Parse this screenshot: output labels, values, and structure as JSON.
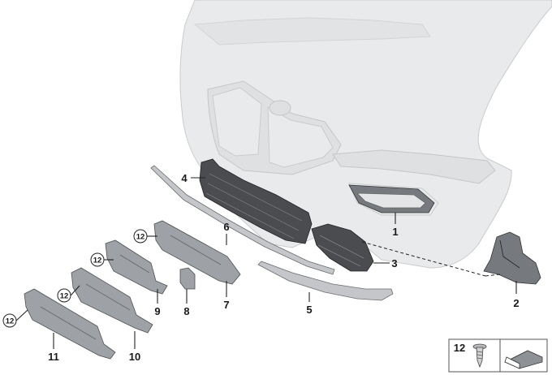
{
  "callouts": [
    {
      "id": "1",
      "label": "1"
    },
    {
      "id": "2",
      "label": "2"
    },
    {
      "id": "3",
      "label": "3"
    },
    {
      "id": "4",
      "label": "4"
    },
    {
      "id": "5",
      "label": "5"
    },
    {
      "id": "6",
      "label": "6"
    },
    {
      "id": "7",
      "label": "7"
    },
    {
      "id": "8",
      "label": "8"
    },
    {
      "id": "9",
      "label": "9"
    },
    {
      "id": "10",
      "label": "10"
    },
    {
      "id": "11",
      "label": "11"
    }
  ],
  "screw_callouts": [
    "12",
    "12",
    "12",
    "12"
  ],
  "legend": {
    "screw_label": "12"
  },
  "colors": {
    "bumper": "#e9eaeb",
    "part_dark": "#4a4c50",
    "part_grey": "#9ea1a5"
  }
}
